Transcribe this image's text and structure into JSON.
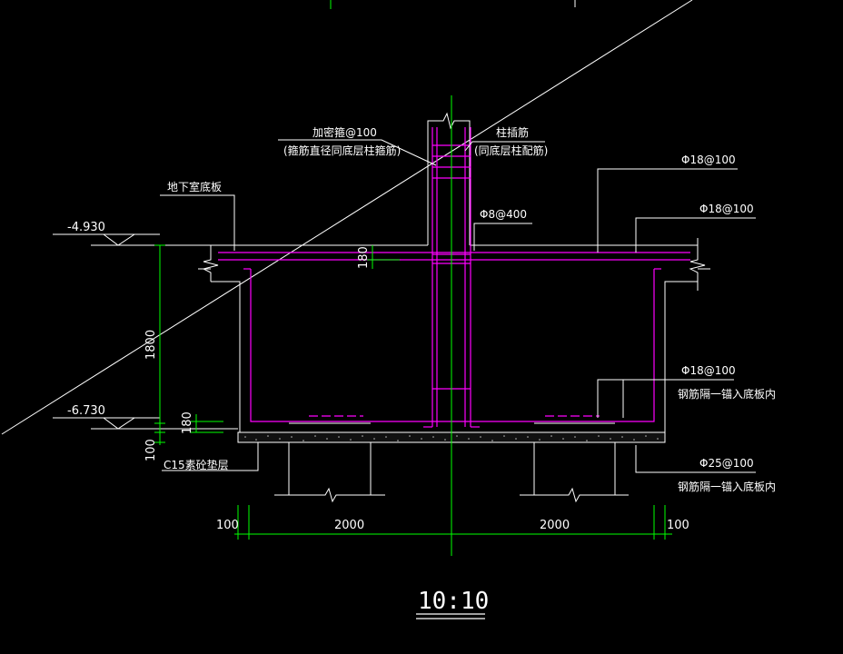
{
  "colors": {
    "background": "#000000",
    "rebar": "#ff00ff",
    "dimension": "#00ff00",
    "annotation": "#ffffff",
    "concrete_line": "#ffffff"
  },
  "labels": {
    "stirrup_densify": "加密箍@100",
    "stirrup_note": "(箍筋直径同底层柱箍筋)",
    "column_dowel": "柱插筋",
    "column_dowel_note": "(同底层柱配筋)",
    "basement_floor": "地下室底板",
    "top_bar_1": "Φ18@100",
    "top_bar_2": "Φ18@100",
    "tie_bar": "Φ8@400",
    "bottom_bar_1": "Φ18@100",
    "bottom_bar_1_note": "钢筋隔一锚入底板内",
    "bottom_bar_2": "Φ25@100",
    "bottom_bar_2_note": "钢筋隔一锚入底板内",
    "cushion": "C15素砼垫层",
    "elev_top": "-4.930",
    "elev_bottom": "-6.730",
    "dim_180_top": "180",
    "dim_1800": "1800",
    "dim_180_bottom": "180",
    "dim_100_left_v": "100",
    "dim_100_left": "100",
    "dim_2000_left": "2000",
    "dim_2000_right": "2000",
    "dim_100_right": "100",
    "section_title": "10:10"
  }
}
